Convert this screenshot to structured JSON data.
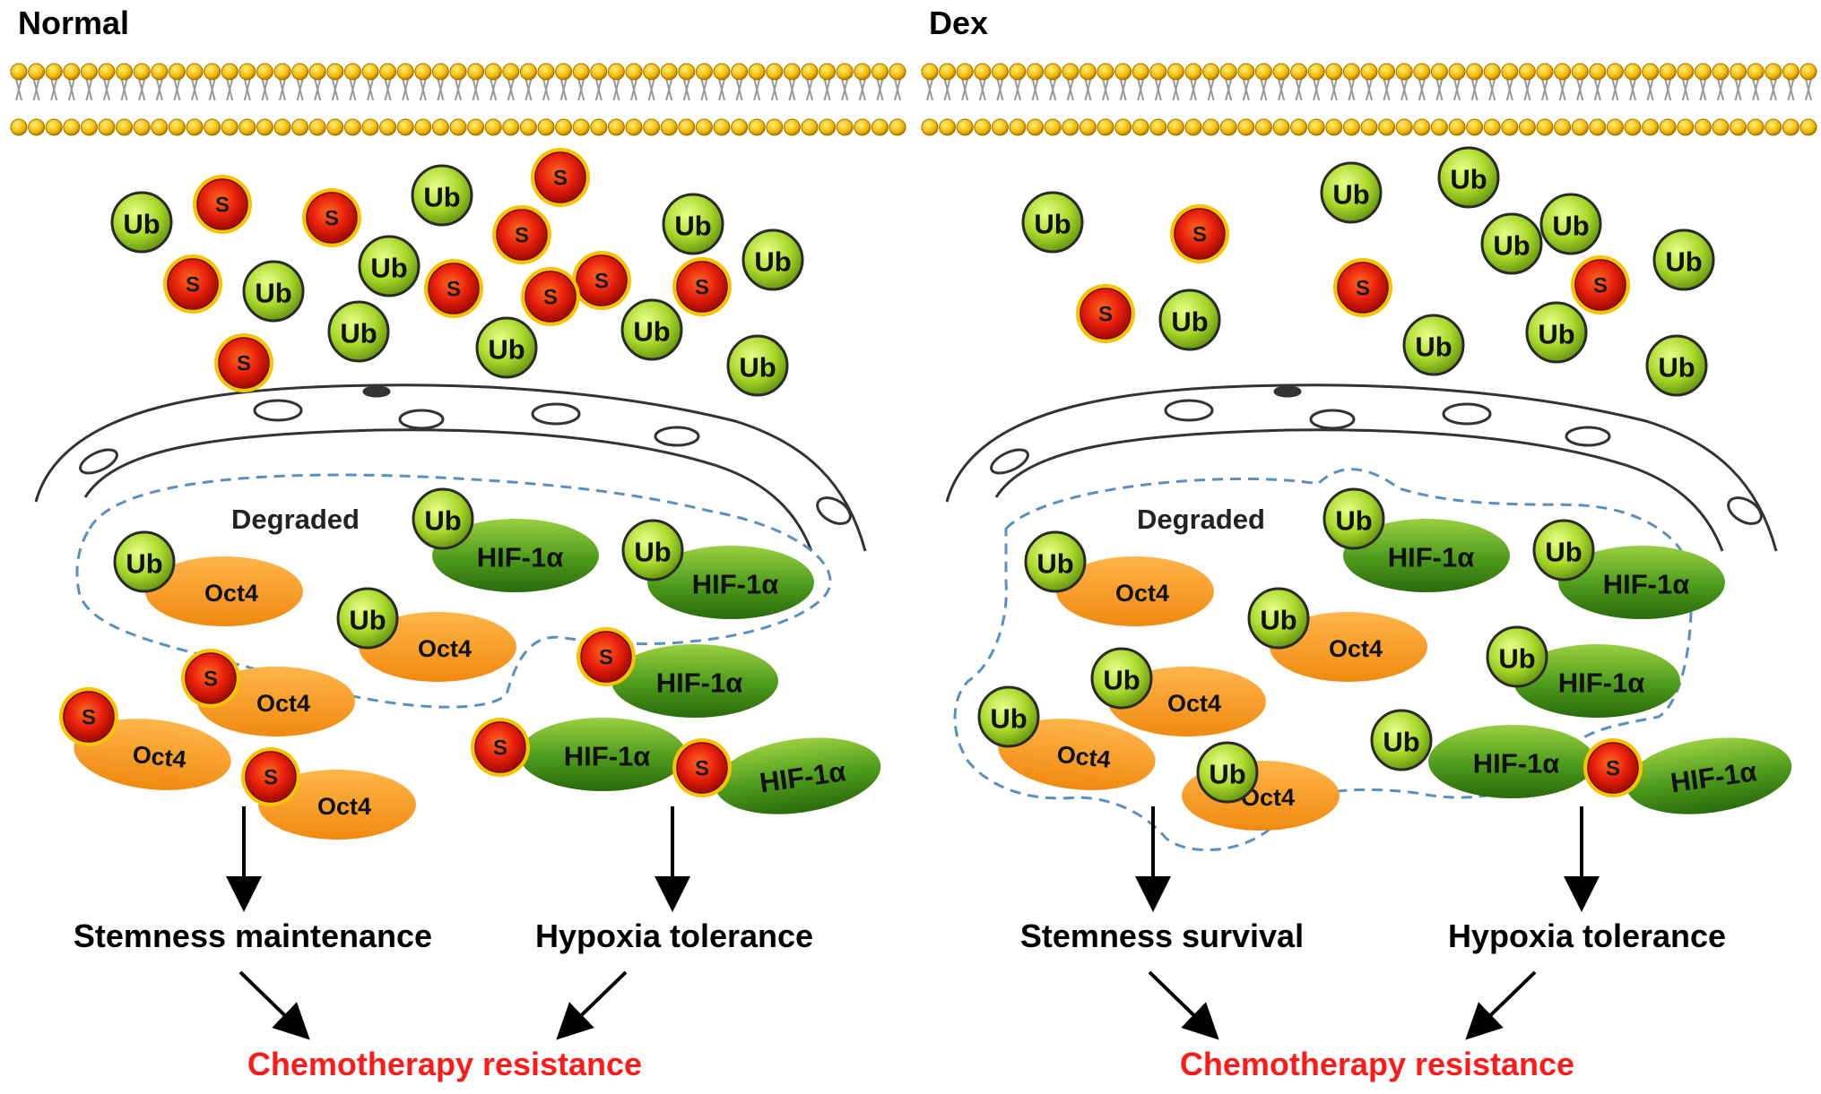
{
  "panels": [
    {
      "id": "normal",
      "title": "Normal",
      "degraded_label": "Degraded",
      "outcome_left": "Stemness maintenance",
      "outcome_right": "Hypoxia tolerance",
      "result": "Chemotherapy resistance",
      "free_tags": [
        {
          "type": "Ub",
          "label": "Ub"
        },
        {
          "type": "S",
          "label": "S"
        },
        {
          "type": "S",
          "label": "S"
        },
        {
          "type": "Ub",
          "label": "Ub"
        },
        {
          "type": "S",
          "label": "S"
        },
        {
          "type": "S",
          "label": "S"
        },
        {
          "type": "S",
          "label": "S"
        },
        {
          "type": "Ub",
          "label": "Ub"
        },
        {
          "type": "S",
          "label": "S"
        },
        {
          "type": "S",
          "label": "S"
        },
        {
          "type": "Ub",
          "label": "Ub"
        },
        {
          "type": "S",
          "label": "S"
        },
        {
          "type": "Ub",
          "label": "Ub"
        },
        {
          "type": "Ub",
          "label": "Ub"
        },
        {
          "type": "Ub",
          "label": "Ub"
        },
        {
          "type": "S",
          "label": "S"
        },
        {
          "type": "Ub",
          "label": "Ub"
        },
        {
          "type": "Ub",
          "label": "Ub"
        },
        {
          "type": "S",
          "label": "S"
        },
        {
          "type": "Ub",
          "label": "Ub"
        }
      ],
      "proteins": [
        {
          "protein": "Oct4",
          "tag": "Ub",
          "degraded": true
        },
        {
          "protein": "HIF-1α",
          "tag": "Ub",
          "degraded": true
        },
        {
          "protein": "HIF-1α",
          "tag": "Ub",
          "degraded": true
        },
        {
          "protein": "Oct4",
          "tag": "Ub",
          "degraded": true
        },
        {
          "protein": "Oct4",
          "tag": "S",
          "degraded": false
        },
        {
          "protein": "HIF-1α",
          "tag": "S",
          "degraded": false
        },
        {
          "protein": "Oct4",
          "tag": "S",
          "degraded": false
        },
        {
          "protein": "HIF-1α",
          "tag": "S",
          "degraded": false
        },
        {
          "protein": "Oct4",
          "tag": "S",
          "degraded": false
        },
        {
          "protein": "HIF-1α",
          "tag": "S",
          "degraded": false
        }
      ]
    },
    {
      "id": "dex",
      "title": "Dex",
      "degraded_label": "Degraded",
      "outcome_left": "Stemness survival",
      "outcome_right": "Hypoxia tolerance",
      "result": "Chemotherapy resistance",
      "free_tags": [
        {
          "type": "Ub",
          "label": "Ub"
        },
        {
          "type": "S",
          "label": "S"
        },
        {
          "type": "S",
          "label": "S"
        },
        {
          "type": "Ub",
          "label": "Ub"
        },
        {
          "type": "Ub",
          "label": "Ub"
        },
        {
          "type": "S",
          "label": "S"
        },
        {
          "type": "Ub",
          "label": "Ub"
        },
        {
          "type": "Ub",
          "label": "Ub"
        },
        {
          "type": "Ub",
          "label": "Ub"
        },
        {
          "type": "Ub",
          "label": "Ub"
        },
        {
          "type": "S",
          "label": "S"
        },
        {
          "type": "Ub",
          "label": "Ub"
        },
        {
          "type": "Ub",
          "label": "Ub"
        },
        {
          "type": "Ub",
          "label": "Ub"
        }
      ],
      "proteins": [
        {
          "protein": "Oct4",
          "tag": "Ub",
          "degraded": true
        },
        {
          "protein": "HIF-1α",
          "tag": "Ub",
          "degraded": true
        },
        {
          "protein": "HIF-1α",
          "tag": "Ub",
          "degraded": true
        },
        {
          "protein": "Oct4",
          "tag": "Ub",
          "degraded": true
        },
        {
          "protein": "Oct4",
          "tag": "Ub",
          "degraded": true
        },
        {
          "protein": "HIF-1α",
          "tag": "Ub",
          "degraded": true
        },
        {
          "protein": "Oct4",
          "tag": "Ub",
          "degraded": true
        },
        {
          "protein": "Oct4",
          "tag": "Ub",
          "degraded": true
        },
        {
          "protein": "HIF-1α",
          "tag": "Ub",
          "degraded": true
        },
        {
          "protein": "HIF-1α",
          "tag": "S",
          "degraded": false
        }
      ]
    }
  ],
  "colors": {
    "ub_fill": "#a8d82a",
    "s_fill": "#e8200c",
    "s_ring": "#f5c400",
    "oct4_fill": "#f79a1c",
    "hif_fill": "#3f8a1a",
    "degraded_border": "#5b8fc0",
    "result_text": "#ff1a1a"
  }
}
